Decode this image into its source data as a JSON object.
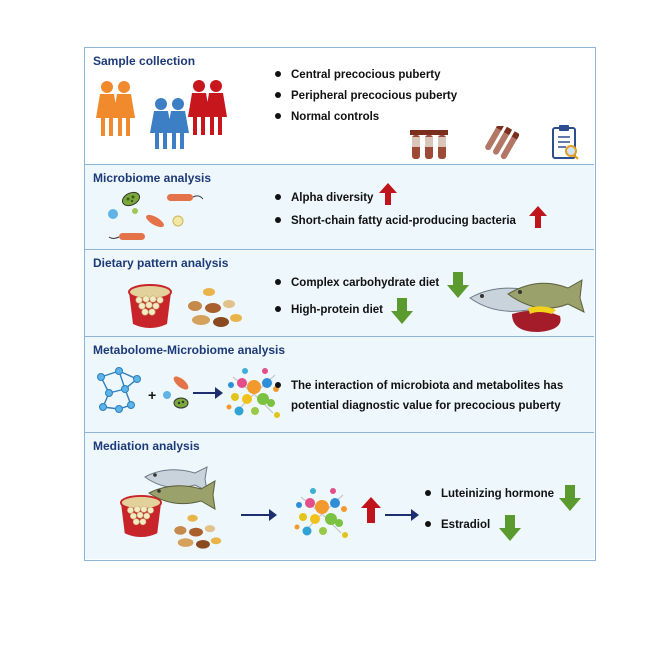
{
  "panels": [
    {
      "title": "Sample collection",
      "bullets": [
        "Central precocious puberty",
        "Peripheral precocious puberty",
        "Normal controls"
      ]
    },
    {
      "title": "Microbiome analysis",
      "bullets": [
        "Alpha diversity",
        "Short-chain fatty acid-producing bacteria"
      ]
    },
    {
      "title": "Dietary pattern analysis",
      "bullets": [
        "Complex carbohydrate diet",
        "High-protein diet"
      ]
    },
    {
      "title": "Metabolome-Microbiome analysis",
      "bullets": [
        "The interaction of microbiota and metabolites has",
        "potential diagnostic value for precocious puberty"
      ]
    },
    {
      "title": "Mediation analysis",
      "bullets": [
        "Luteinizing hormone",
        "Estradiol"
      ]
    }
  ],
  "symbols": {
    "plus": "+"
  },
  "colors": {
    "title": "#1d3a78",
    "border": "#8fb4d8",
    "up_arrow": "#c0141c",
    "down_arrow": "#5a9a2e",
    "orange_figure": "#f08a2c",
    "blue_figure": "#3d7fc4",
    "red_figure": "#c8161d"
  }
}
